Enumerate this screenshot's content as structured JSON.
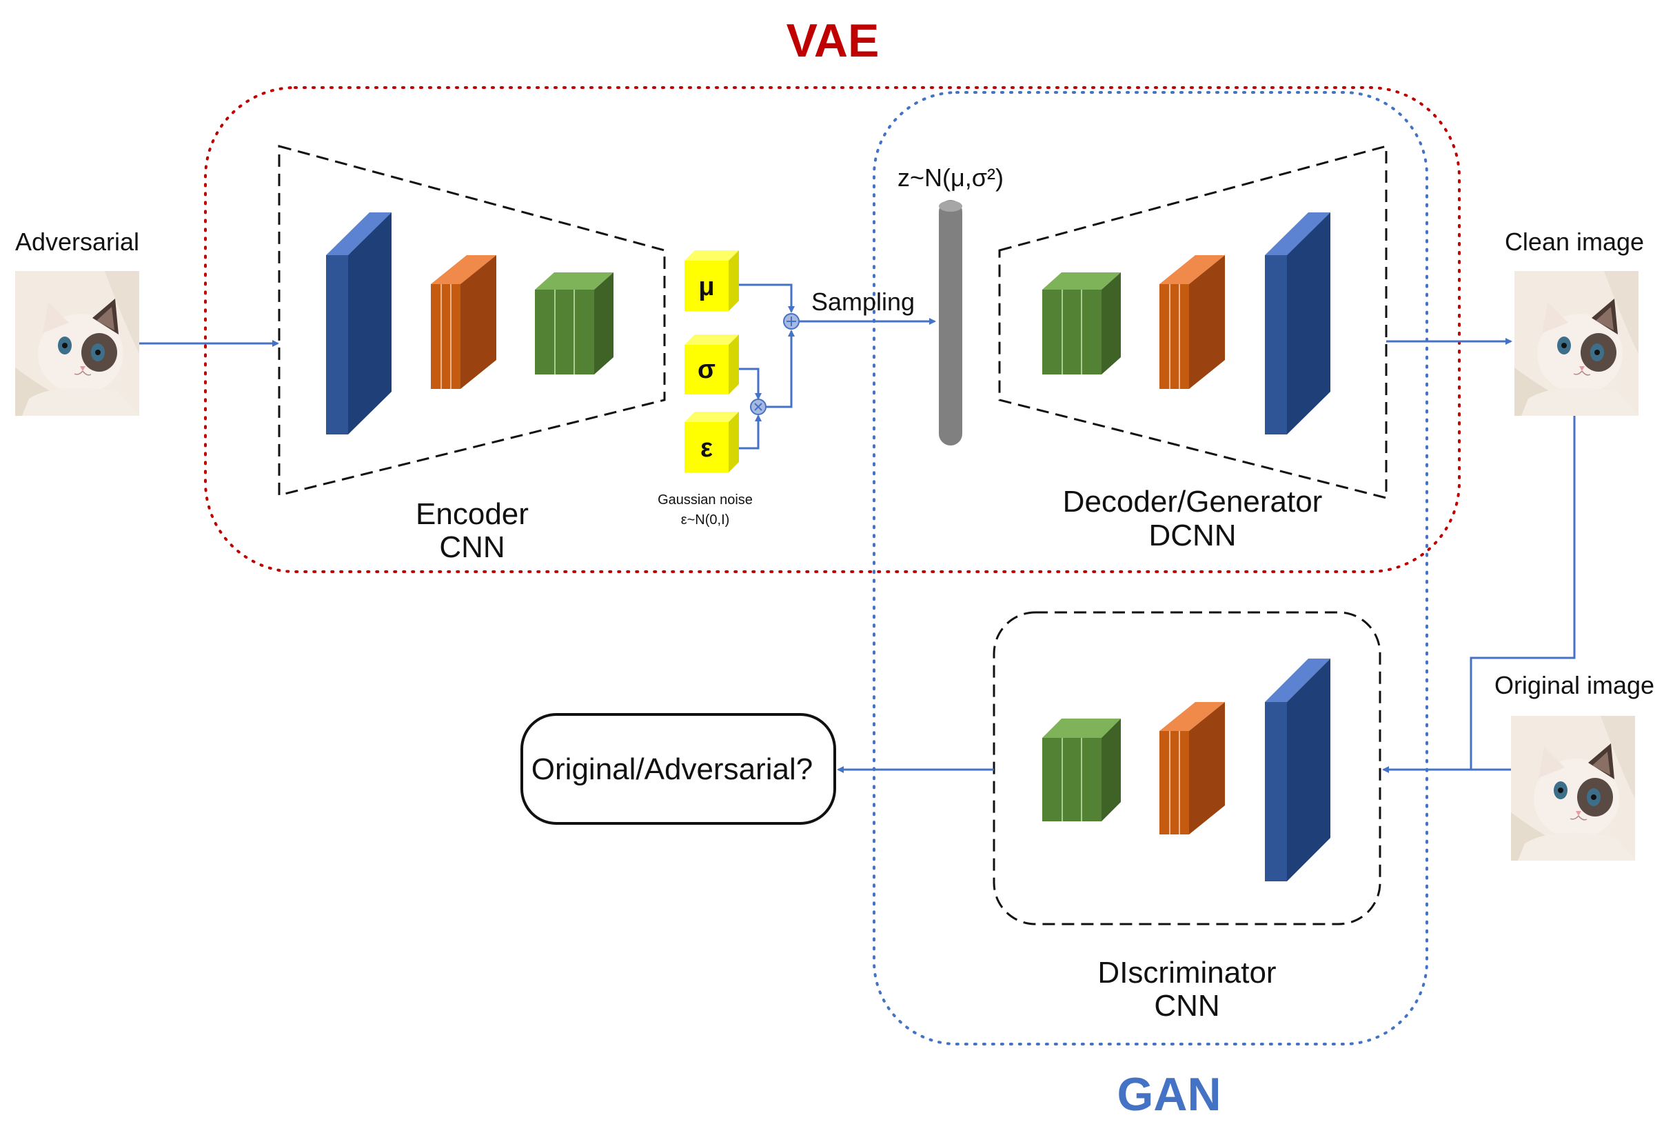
{
  "title_vae": "VAE",
  "title_gan": "GAN",
  "colors": {
    "vae": "#c00000",
    "gan": "#4472c4",
    "arrow": "#4472c4",
    "blue_block": "#2f5597",
    "orange_block": "#c55a11",
    "green_block": "#548235",
    "yellow_box": "#ffff00",
    "latent": "#808080"
  },
  "inputs": {
    "adversarial_label": "Adversarial",
    "clean_label": "Clean image",
    "original_label": "Original image"
  },
  "encoder": {
    "name": "Encoder",
    "type": "CNN"
  },
  "decoder": {
    "name": "Decoder/Generator",
    "type": "DCNN"
  },
  "discriminator": {
    "name": "DIscriminator",
    "type": "CNN"
  },
  "latent": {
    "mu": "μ",
    "sigma": "σ",
    "epsilon": "ε",
    "noise_label": "Gaussian noise",
    "noise_dist": "ε~N(0,I)",
    "sampling": "Sampling",
    "z_dist": "z~N(μ,σ²)"
  },
  "output_label": "Original/Adversarial?",
  "icons": [
    "cat-photo-icon",
    "plus-op-icon",
    "multiply-op-icon"
  ]
}
